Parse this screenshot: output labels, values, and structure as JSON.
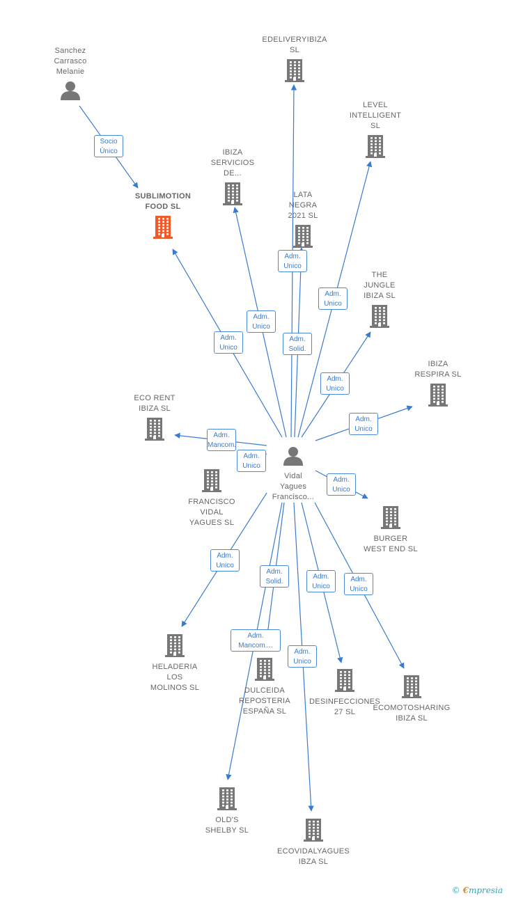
{
  "colors": {
    "edge": "#3a7bd0",
    "building": "#777777",
    "highlight": "#ee5a2a",
    "person": "#777777"
  },
  "center": {
    "id": "vidal",
    "lines": [
      "Vidal",
      "Yagues",
      "Francisco..."
    ],
    "icon": "person-icon"
  },
  "nodes": [
    {
      "id": "sanchez",
      "lines": [
        "Sanchez",
        "Carrasco",
        "Melanie"
      ],
      "icon": "person-icon",
      "label_pos": "above"
    },
    {
      "id": "sublimotion",
      "lines": [
        "SUBLIMOTION",
        "FOOD  SL"
      ],
      "icon": "building-icon",
      "highlight": true,
      "label_pos": "above"
    },
    {
      "id": "edeliveryibiza",
      "lines": [
        "EDELIVERYIBIZA",
        "SL"
      ],
      "icon": "building-icon",
      "label_pos": "above"
    },
    {
      "id": "level",
      "lines": [
        "LEVEL",
        "INTELLIGENT",
        "SL"
      ],
      "icon": "building-icon",
      "label_pos": "above"
    },
    {
      "id": "ibiza_servicios",
      "lines": [
        "IBIZA",
        "SERVICIOS",
        "DE..."
      ],
      "icon": "building-icon",
      "label_pos": "above"
    },
    {
      "id": "lata_negra",
      "lines": [
        "LATA",
        "NEGRA",
        "2021  SL"
      ],
      "icon": "building-icon",
      "label_pos": "above"
    },
    {
      "id": "the_jungle",
      "lines": [
        "THE",
        "JUNGLE",
        "IBIZA  SL"
      ],
      "icon": "building-icon",
      "label_pos": "above"
    },
    {
      "id": "ibiza_respira",
      "lines": [
        "IBIZA",
        "RESPIRA  SL"
      ],
      "icon": "building-icon",
      "label_pos": "above"
    },
    {
      "id": "eco_rent",
      "lines": [
        "ECO RENT",
        "IBIZA  SL"
      ],
      "icon": "building-icon",
      "label_pos": "above"
    },
    {
      "id": "francisco_vidal",
      "lines": [
        "FRANCISCO",
        "VIDAL",
        "YAGUES  SL"
      ],
      "icon": "building-icon",
      "label_pos": "below"
    },
    {
      "id": "burger",
      "lines": [
        "BURGER",
        "WEST END  SL"
      ],
      "icon": "building-icon",
      "label_pos": "below"
    },
    {
      "id": "heladeria",
      "lines": [
        "HELADERIA",
        "LOS",
        "MOLINOS  SL"
      ],
      "icon": "building-icon",
      "label_pos": "below"
    },
    {
      "id": "dulceida",
      "lines": [
        "DULCEIDA",
        "REPOSTERIA",
        "ESPAÑA  SL"
      ],
      "icon": "building-icon",
      "label_pos": "below"
    },
    {
      "id": "desinfecciones",
      "lines": [
        "DESINFECCIONES",
        "27  SL"
      ],
      "icon": "building-icon",
      "label_pos": "below"
    },
    {
      "id": "ecomotosharing",
      "lines": [
        "ECOMOTOSHARING",
        "IBIZA  SL"
      ],
      "icon": "building-icon",
      "label_pos": "below"
    },
    {
      "id": "olds_shelby",
      "lines": [
        "OLD'S",
        "SHELBY  SL"
      ],
      "icon": "building-icon",
      "label_pos": "below"
    },
    {
      "id": "ecovidalyagues",
      "lines": [
        "ECOVIDALYAGUES",
        "IBZA  SL"
      ],
      "icon": "building-icon",
      "label_pos": "below"
    }
  ],
  "edges": [
    {
      "from": "sanchez",
      "to": "sublimotion",
      "label": [
        "Socio",
        "Único"
      ]
    },
    {
      "from": "vidal",
      "to": "sublimotion",
      "label": [
        "Adm.",
        "Unico"
      ]
    },
    {
      "from": "vidal",
      "to": "ibiza_servicios",
      "label": [
        "Adm.",
        "Unico"
      ]
    },
    {
      "from": "vidal",
      "to": "edeliveryibiza",
      "label": [
        "Adm.",
        "Unico"
      ]
    },
    {
      "from": "vidal",
      "to": "lata_negra",
      "label": [
        "Adm.",
        "Solid."
      ]
    },
    {
      "from": "vidal",
      "to": "level",
      "label": [
        "Adm.",
        "Unico"
      ]
    },
    {
      "from": "vidal",
      "to": "the_jungle",
      "label": [
        "Adm.",
        "Unico"
      ]
    },
    {
      "from": "vidal",
      "to": "ibiza_respira",
      "label": [
        "Adm.",
        "Unico"
      ]
    },
    {
      "from": "vidal",
      "to": "eco_rent",
      "label": [
        "Adm.",
        "Mancom."
      ]
    },
    {
      "from": "vidal",
      "to": "francisco_vidal",
      "label": [
        "Adm.",
        "Unico"
      ]
    },
    {
      "from": "vidal",
      "to": "burger",
      "label": [
        "Adm.",
        "Unico"
      ]
    },
    {
      "from": "vidal",
      "to": "heladeria",
      "label": [
        "Adm.",
        "Unico"
      ]
    },
    {
      "from": "vidal",
      "to": "dulceida",
      "label": [
        "Adm.",
        "Solid."
      ]
    },
    {
      "from": "vidal",
      "to": "olds_shelby",
      "label": [
        "Adm.",
        "Mancom...."
      ]
    },
    {
      "from": "vidal",
      "to": "desinfecciones",
      "label": [
        "Adm.",
        "Unico"
      ]
    },
    {
      "from": "vidal",
      "to": "ecomotosharing",
      "label": [
        "Adm.",
        "Unico"
      ]
    },
    {
      "from": "vidal",
      "to": "ecovidalyagues",
      "label": [
        "Adm.",
        "Unico"
      ]
    }
  ],
  "logo": {
    "copyright": "©",
    "brand_initial": "€",
    "brand_rest": "mpresia"
  }
}
